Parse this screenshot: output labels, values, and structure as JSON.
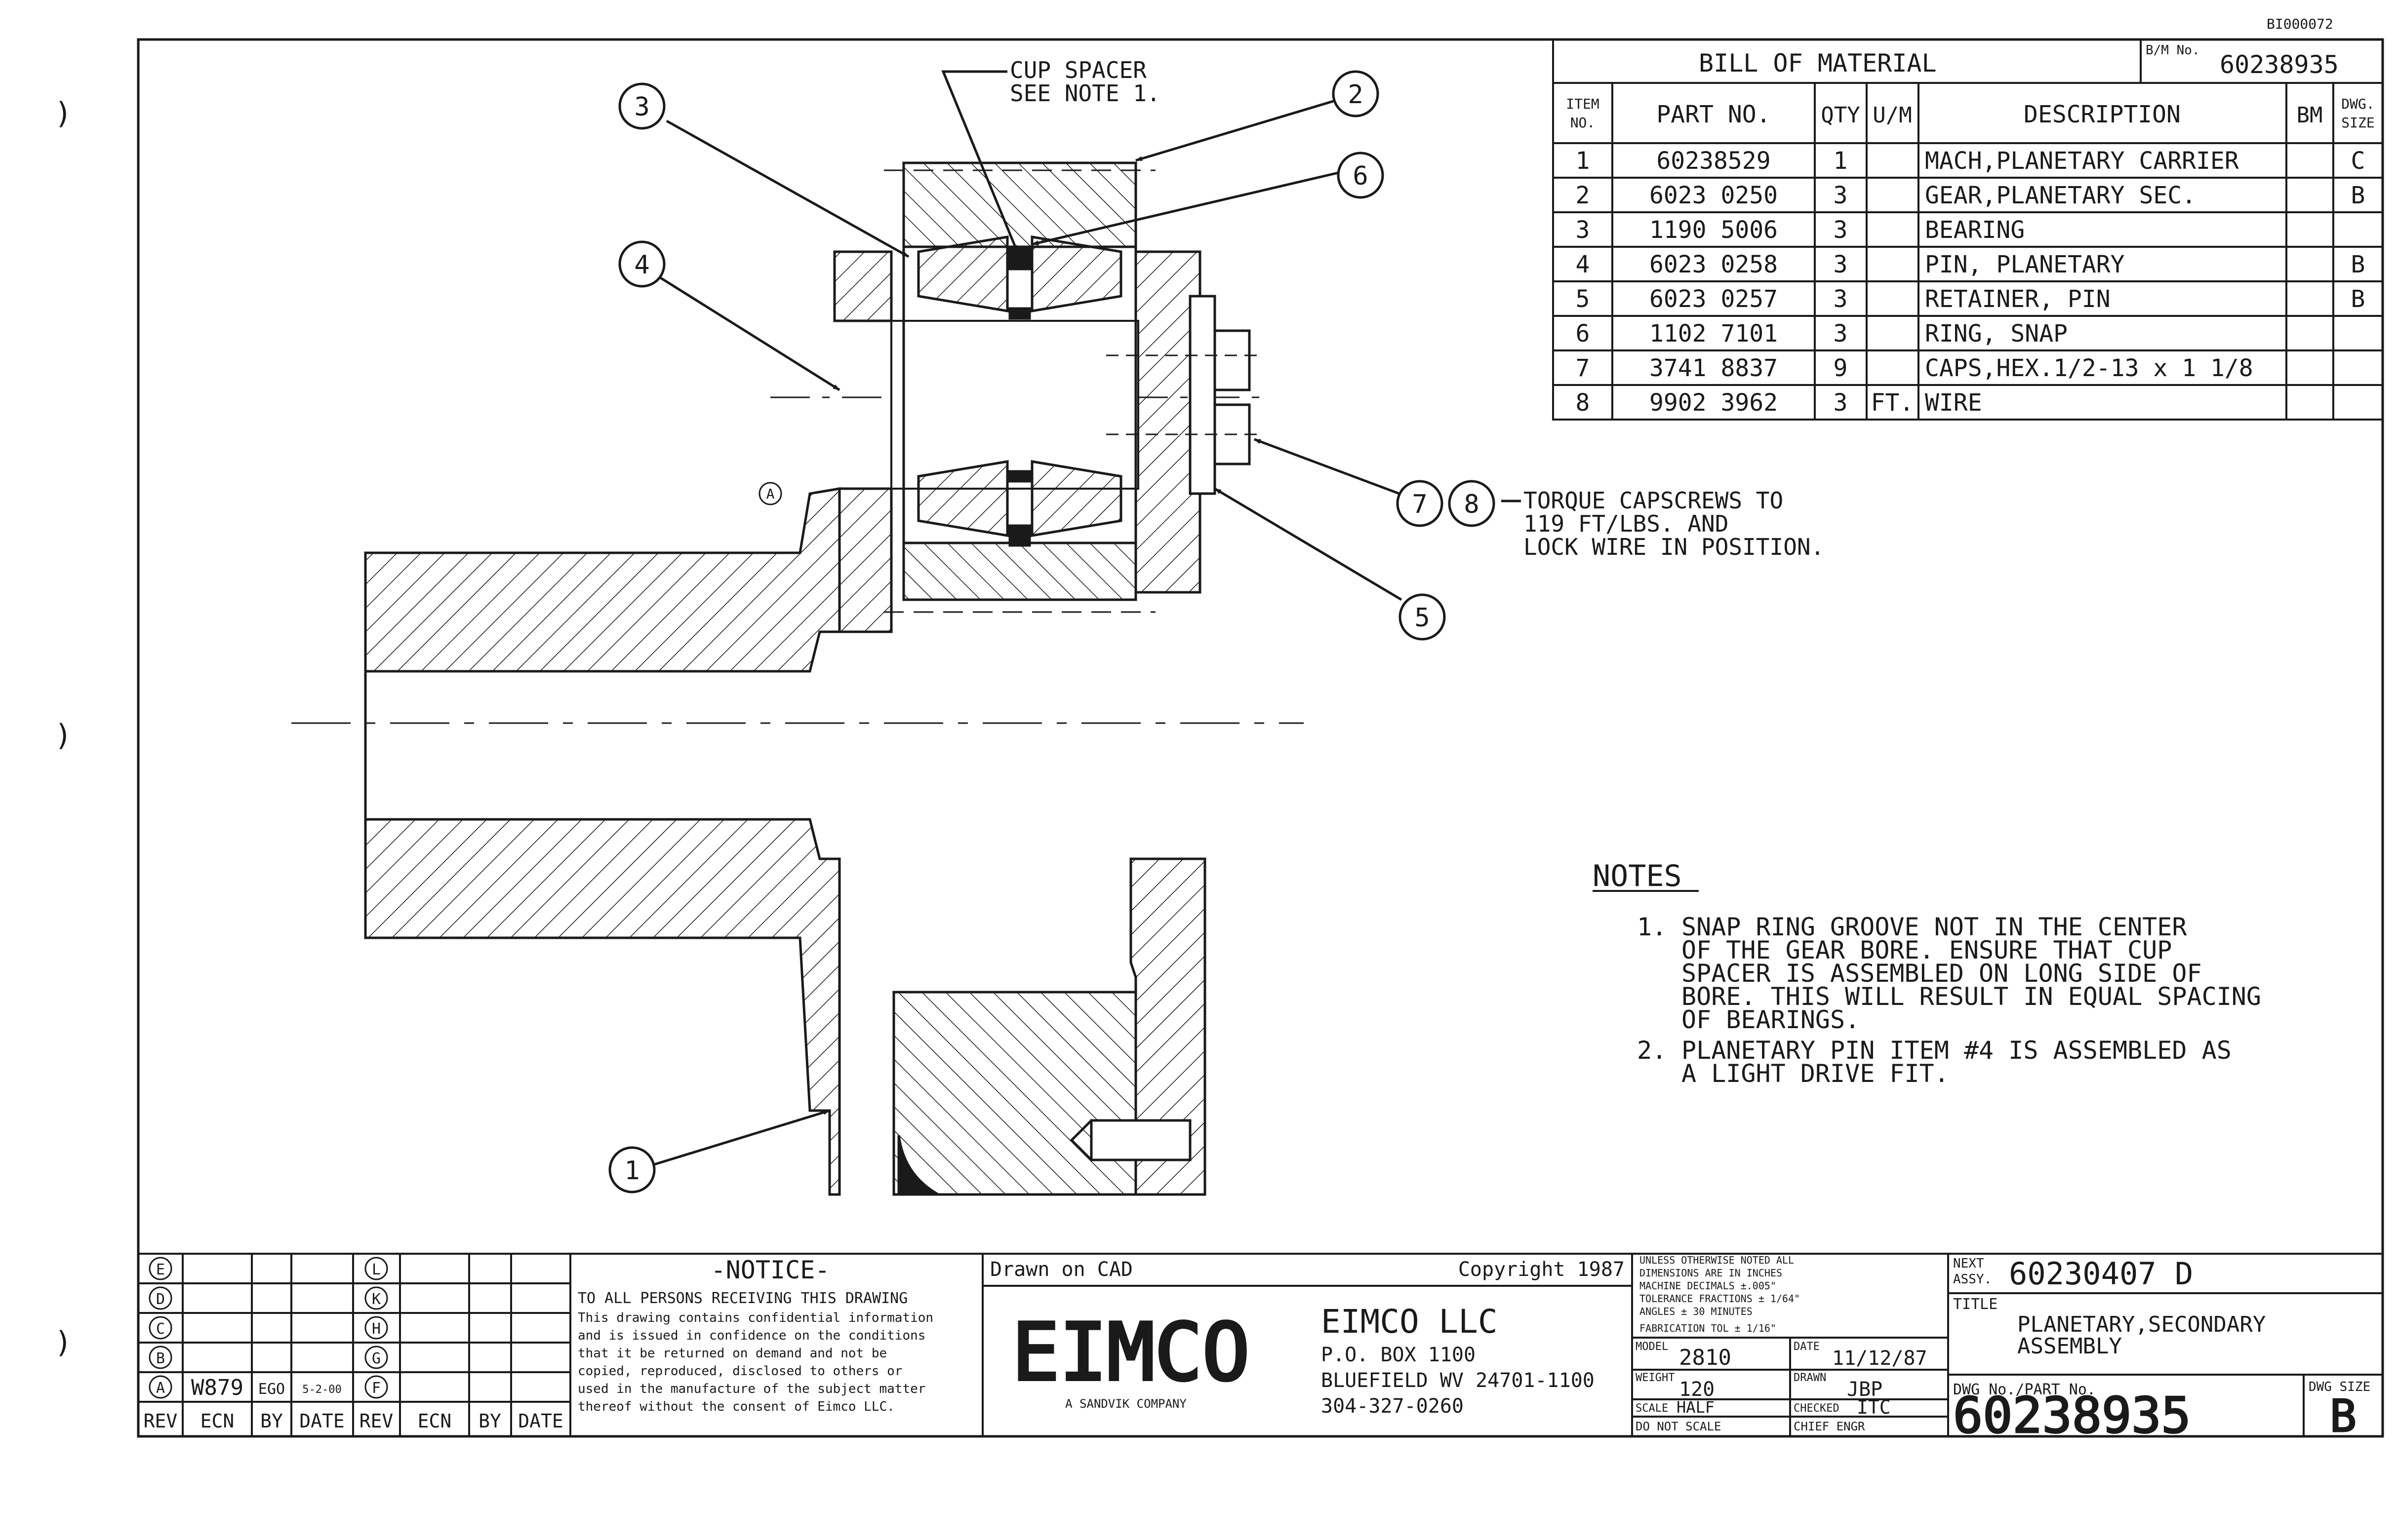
{
  "sheet": {
    "corner_code": "BI000072"
  },
  "callouts": {
    "cup_spacer_line1": "CUP SPACER",
    "cup_spacer_line2": "SEE NOTE 1.",
    "torque_line1": "TORQUE CAPSCREWS TO",
    "torque_line2": "119 FT/LBS. AND",
    "torque_line3": "LOCK WIRE IN POSITION.",
    "balloons": [
      "1",
      "2",
      "3",
      "4",
      "5",
      "6",
      "7",
      "8"
    ],
    "zone_marker": "A"
  },
  "bom": {
    "title": "BILL OF MATERIAL",
    "bm_no_label": "B/M No.",
    "bm_no_value": "60238935",
    "headers": {
      "item_no_line1": "ITEM",
      "item_no_line2": "NO.",
      "part_no": "PART NO.",
      "qty": "QTY",
      "um": "U/M",
      "description": "DESCRIPTION",
      "bm": "BM",
      "dwg_size_line1": "DWG.",
      "dwg_size_line2": "SIZE"
    },
    "rows": [
      {
        "item": "1",
        "part": "60238529",
        "qty": "1",
        "um": "",
        "desc": "MACH,PLANETARY CARRIER",
        "bm": "",
        "size": "C"
      },
      {
        "item": "2",
        "part": "6023 0250",
        "qty": "3",
        "um": "",
        "desc": "GEAR,PLANETARY SEC.",
        "bm": "",
        "size": "B"
      },
      {
        "item": "3",
        "part": "1190 5006",
        "qty": "3",
        "um": "",
        "desc": "BEARING",
        "bm": "",
        "size": ""
      },
      {
        "item": "4",
        "part": "6023 0258",
        "qty": "3",
        "um": "",
        "desc": "PIN, PLANETARY",
        "bm": "",
        "size": "B"
      },
      {
        "item": "5",
        "part": "6023 0257",
        "qty": "3",
        "um": "",
        "desc": "RETAINER, PIN",
        "bm": "",
        "size": "B"
      },
      {
        "item": "6",
        "part": "1102 7101",
        "qty": "3",
        "um": "",
        "desc": "RING, SNAP",
        "bm": "",
        "size": ""
      },
      {
        "item": "7",
        "part": "3741 8837",
        "qty": "9",
        "um": "",
        "desc": "CAPS,HEX.1/2-13 x 1 1/8",
        "bm": "",
        "size": ""
      },
      {
        "item": "8",
        "part": "9902 3962",
        "qty": "3",
        "um": "FT.",
        "desc": "WIRE",
        "bm": "",
        "size": ""
      }
    ]
  },
  "notes": {
    "heading": "NOTES",
    "items": [
      {
        "num": "1.",
        "lines": [
          "SNAP RING GROOVE NOT IN THE CENTER",
          "OF THE GEAR BORE. ENSURE THAT CUP",
          "SPACER IS ASSEMBLED ON LONG SIDE OF",
          "BORE. THIS WILL RESULT IN EQUAL SPACING",
          "OF BEARINGS."
        ]
      },
      {
        "num": "2.",
        "lines": [
          "PLANETARY PIN ITEM #4 IS ASSEMBLED AS",
          "A LIGHT DRIVE FIT."
        ]
      }
    ]
  },
  "revisions": {
    "left_letters": [
      "E",
      "D",
      "C",
      "B",
      "A"
    ],
    "right_letters": [
      "L",
      "K",
      "H",
      "G",
      "F"
    ],
    "entry_a": {
      "ecn": "W879",
      "by": "EGO",
      "date": "5-2-00"
    },
    "footer": [
      "REV",
      "ECN",
      "BY",
      "DATE",
      "REV",
      "ECN",
      "BY",
      "DATE"
    ]
  },
  "notice": {
    "title": "-NOTICE-",
    "lines": [
      "TO ALL PERSONS RECEIVING THIS DRAWING",
      "This drawing contains confidential information",
      "and is issued in confidence on the conditions",
      "that it be returned on demand and not be",
      "copied, reproduced, disclosed to others or",
      "used in the manufacture of the subject matter",
      "thereof without the consent of Eimco LLC."
    ]
  },
  "company": {
    "drawn_on": "Drawn on CAD",
    "copyright": "Copyright 1987",
    "logo": "EIMCO",
    "logo_sub": "A SANDVIK COMPANY",
    "name": "EIMCO LLC",
    "address1": "P.O. BOX 1100",
    "address2": "BLUEFIELD WV 24701-1100",
    "phone": "304-327-0260"
  },
  "tolerance": {
    "lines": [
      "UNLESS OTHERWISE NOTED ALL",
      "DIMENSIONS ARE IN INCHES",
      "MACHINE   DECIMALS ±.005\"",
      "TOLERANCE  FRACTIONS ± 1/64\"",
      "           ANGLES ± 30 MINUTES",
      "FABRICATION TOL ± 1/16\""
    ]
  },
  "title_block": {
    "model_label": "MODEL",
    "model": "2810",
    "date_label": "DATE",
    "date": "11/12/87",
    "weight_label": "WEIGHT",
    "weight": "120",
    "drawn_label": "DRAWN",
    "drawn": "JBP",
    "scale_label": "SCALE",
    "scale": "HALF",
    "checked_label": "CHECKED",
    "checked": "ITC",
    "do_not_scale": "DO NOT SCALE",
    "chief_engr_label": "CHIEF ENGR",
    "next_assy_label1": "NEXT",
    "next_assy_label2": "ASSY.",
    "next_assy": "60230407 D",
    "title_label": "TITLE",
    "title_line1": "PLANETARY,SECONDARY",
    "title_line2": "ASSEMBLY",
    "dwg_no_label": "DWG No./PART No.",
    "dwg_no": "60238935",
    "dwg_size_label": "DWG SIZE",
    "dwg_size": "B"
  },
  "colors": {
    "ink": "#1a1a1a",
    "paper": "#ffffff"
  }
}
